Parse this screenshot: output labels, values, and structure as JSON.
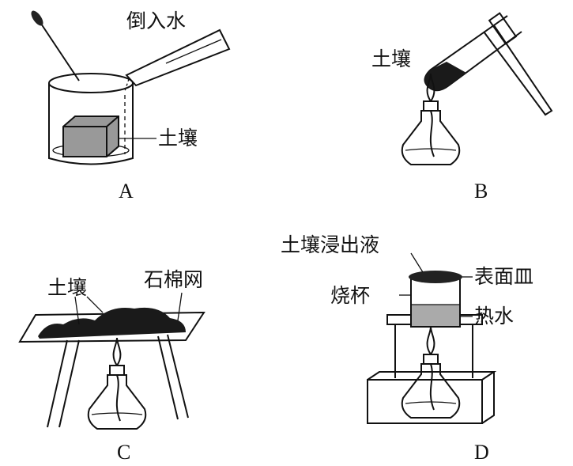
{
  "panels": {
    "A": {
      "caption": "A",
      "pour_water": "倒入水",
      "soil": "土壤"
    },
    "B": {
      "caption": "B",
      "soil": "土壤"
    },
    "C": {
      "caption": "C",
      "soil": "土壤",
      "asbestos_net": "石棉网"
    },
    "D": {
      "caption": "D",
      "soil_extract": "土壤浸出液",
      "watch_glass": "表面皿",
      "beaker": "烧杯",
      "hot_water": "热水"
    }
  }
}
